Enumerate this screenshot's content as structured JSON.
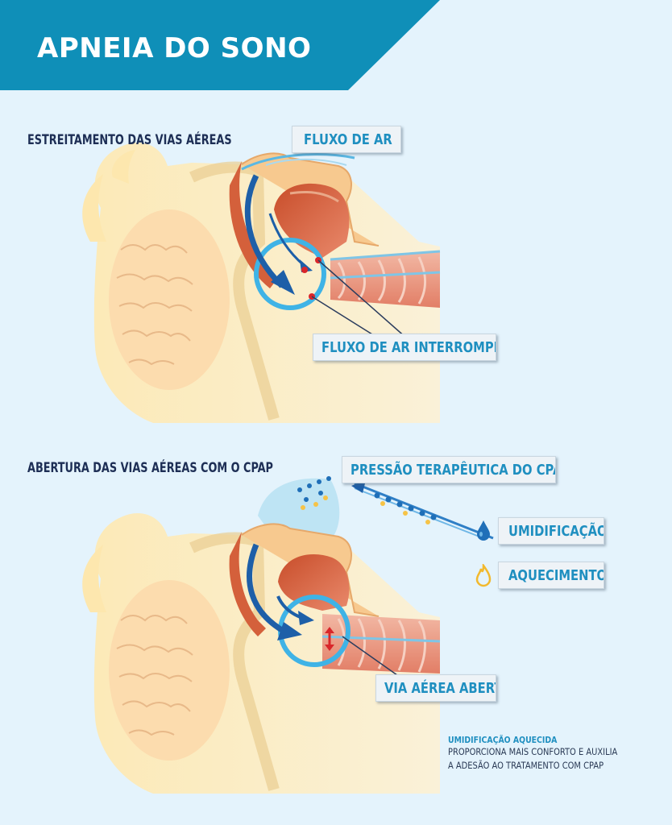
{
  "header": {
    "title": "APNEIA DO SONO",
    "color": "#0f8fb8"
  },
  "section_top": {
    "heading": "ESTREITAMENTO DAS VIAS AÉREAS",
    "labels": {
      "airflow": "FLUXO DE AR",
      "interrupted": "FLUXO DE AR INTERROMPIDO"
    }
  },
  "section_bottom": {
    "heading": "ABERTURA DAS VIAS AÉREAS COM O CPAP",
    "labels": {
      "pressure": "PRESSÃO TERAPÊUTICA DO CPAP",
      "humidification": "UMIDIFICAÇÃO",
      "heating": "AQUECIMENTO",
      "open_airway": "VIA AÉREA ABERTA"
    }
  },
  "note": {
    "title": "UMIDIFICAÇÃO AQUECIDA",
    "lines": [
      "PROPORCIONA MAIS CONFORTO E AUXILIA",
      "A ADESÃO AO TRATAMENTO COM CPAP"
    ]
  },
  "icons": {
    "water_drop": "water-drop-icon",
    "flame": "flame-icon"
  },
  "colors": {
    "background": "#e4f3fc",
    "label_text": "#1f8fc0",
    "heading_text": "#1d2e55",
    "circle_highlight": "#3fb3e6",
    "arrow": "#1d5fa8"
  }
}
